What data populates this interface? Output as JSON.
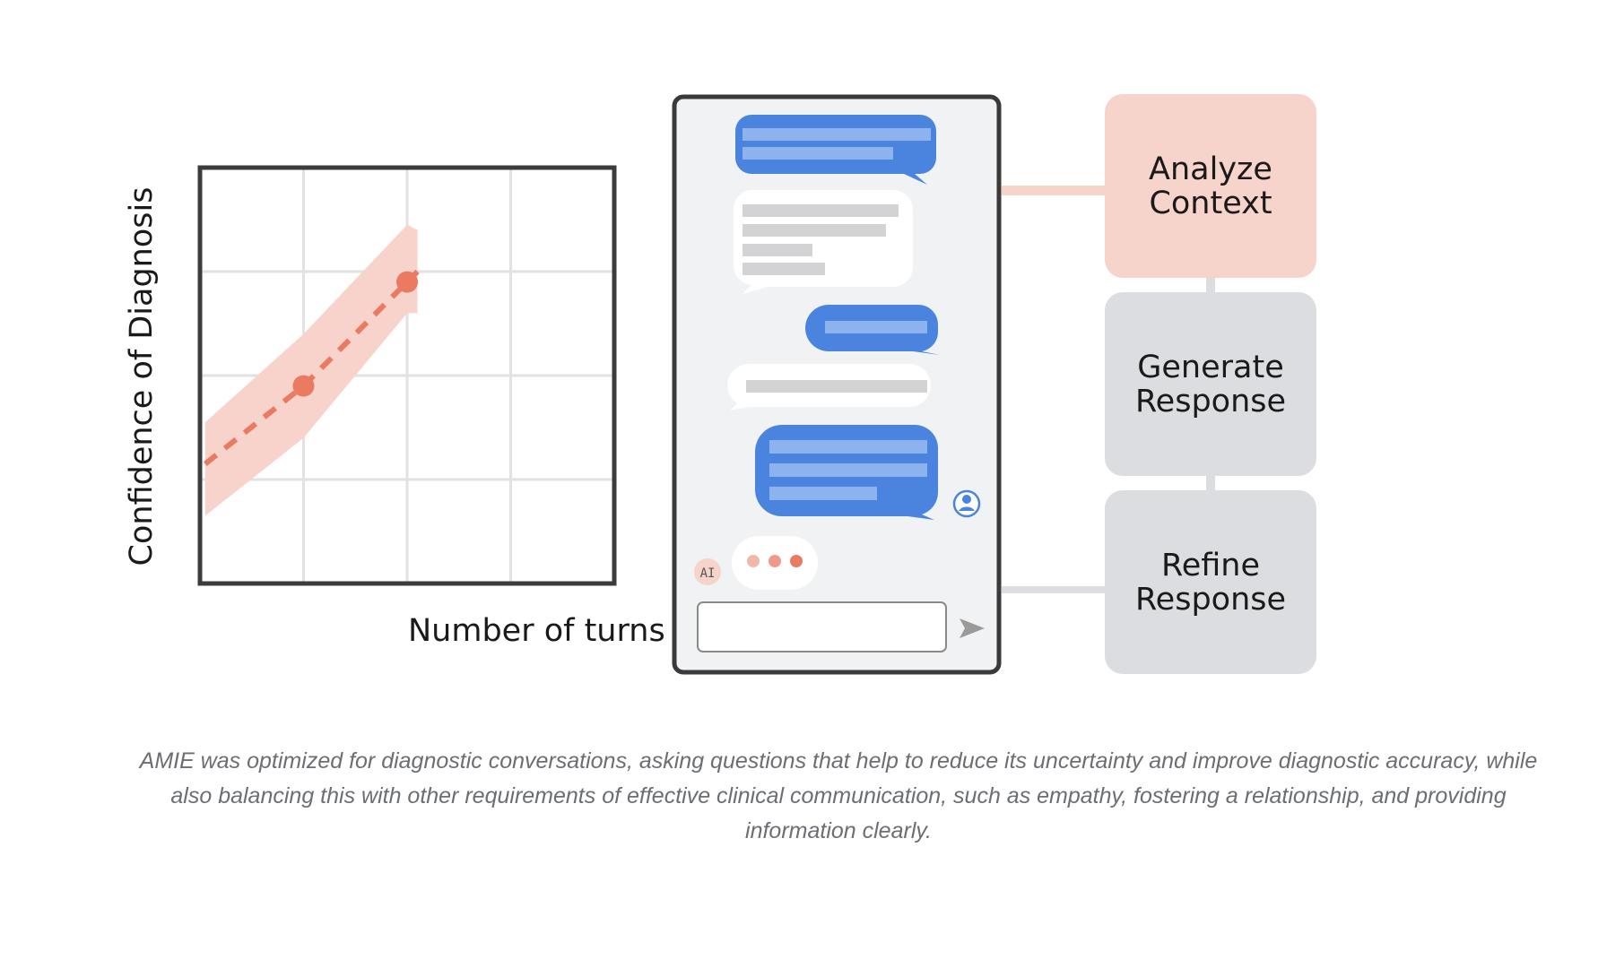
{
  "chart": {
    "ylabel": "Confidence of Diagnosis",
    "xlabel": "Number of turns"
  },
  "chart_data": {
    "type": "line",
    "title": "",
    "xlabel": "Number of turns",
    "ylabel": "Confidence of Diagnosis",
    "grid": true,
    "xlim": [
      0,
      4
    ],
    "ylim": [
      0,
      4
    ],
    "series": [
      {
        "style": "dashed-with-confidence-band",
        "x": [
          0.05,
          1.0,
          2.0,
          2.1
        ],
        "y": [
          1.15,
          1.9,
          2.9,
          3.0
        ],
        "markers_x": [
          1.0,
          2.0
        ],
        "band_upper": [
          1.55,
          2.4,
          3.45,
          3.4
        ],
        "band_lower": [
          0.65,
          1.4,
          2.6,
          2.6
        ]
      }
    ],
    "colors": {
      "line": "#ea7a62",
      "band": "#f8d3cb",
      "axes": "#3c3c3c",
      "grid": "#e2e2e2"
    }
  },
  "chat": {
    "avatar_ai": "AI",
    "user_avatar_icon": "user-avatar-icon",
    "send_icon": "send-icon",
    "colors": {
      "user_bubble": "#4a84de",
      "ai_bubble": "#ffffff",
      "panel": "#f1f2f4",
      "typing_dot": "#ea7a62"
    }
  },
  "steps": [
    {
      "line1": "Analyze",
      "line2": "Context",
      "color": "#f6d4cc"
    },
    {
      "line1": "Generate",
      "line2": "Response",
      "color": "#dcdde0"
    },
    {
      "line1": "Refine",
      "line2": "Response",
      "color": "#dcdde0"
    }
  ],
  "caption": "AMIE was optimized for diagnostic conversations, asking questions that help to reduce its uncertainty and improve diagnostic accuracy, while also balancing this with other requirements of effective clinical communication, such as empathy, fostering a relationship, and providing information clearly."
}
